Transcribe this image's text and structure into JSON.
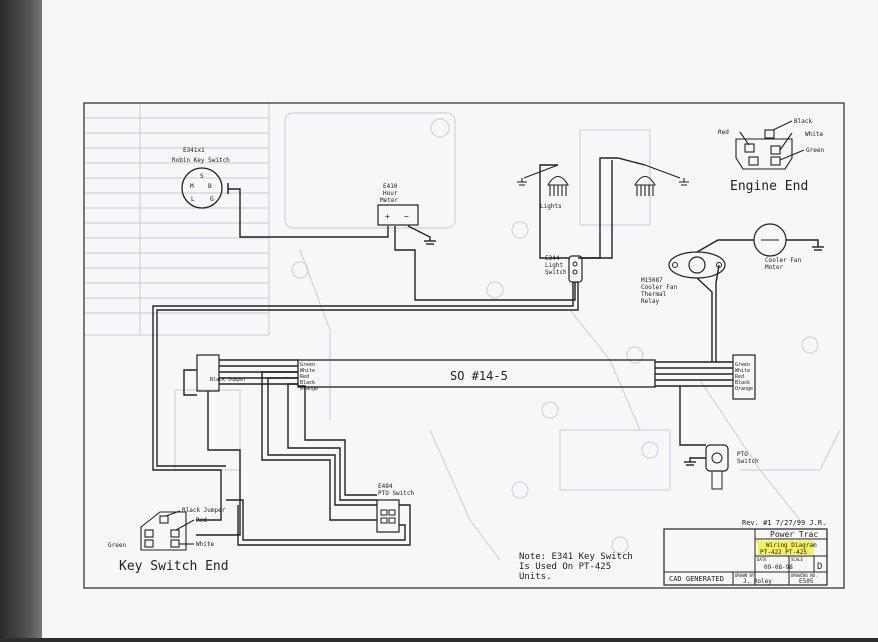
{
  "components": {
    "key_switch": {
      "part": "E341x1",
      "name": "Robin Key Switch",
      "terminals": [
        "S",
        "M",
        "B",
        "L",
        "G"
      ]
    },
    "hour_meter": {
      "part": "E410",
      "name_line1": "Hour",
      "name_line2": "Meter",
      "plus": "+",
      "minus": "−"
    },
    "lights": {
      "label": "Lights"
    },
    "light_switch": {
      "part": "E344",
      "line1": "Light",
      "line2": "Switch"
    },
    "relay": {
      "part": "M15087",
      "line1": "Cooler Fan",
      "line2": "Thermal",
      "line3": "Relay"
    },
    "fan_motor": {
      "line1": "Cooler Fan",
      "line2": "Motor"
    },
    "engine_end": {
      "title": "Engine End",
      "red": "Red",
      "black": "Black",
      "white": "White",
      "green": "Green"
    },
    "connector": {
      "label": "SO  #14-5",
      "left_wires": [
        "Green",
        "White",
        "Red",
        "Black",
        "Orange"
      ],
      "right_wires": [
        "Green",
        "White",
        "Red",
        "Black",
        "Orange"
      ],
      "black_jumper_left": "Black Jumper"
    },
    "pto_switch_a": {
      "part": "E484",
      "name": "PTO Switch"
    },
    "pto_switch_b": {
      "line1": "PTO",
      "line2": "Switch"
    },
    "key_switch_end": {
      "title": "Key Switch End",
      "black_jumper": "Black Jumper",
      "red": "Red",
      "green": "Green",
      "white": "White"
    }
  },
  "note": {
    "line1": "Note: E341 Key Switch",
    "line2": "Is Used On PT-425",
    "line3": "Units."
  },
  "title_block": {
    "revision": "Rev. #1 7/27/99 J.R.",
    "company": "Power Trac",
    "title_tag": "TITLE",
    "title_line1": "Wiring Diagram",
    "title_line2": "PT-422 PT-425",
    "date_tag": "DATE",
    "date": "09-08-98",
    "scale_tag": "SCALE",
    "size": "D",
    "cad": "CAD GENERATED",
    "drawn_tag": "DRAWN BY",
    "drawn_by": "J. Roley",
    "drawing_tag": "DRAWING NO.",
    "drawing_no": "E505"
  },
  "colors": {
    "highlight": "#f4f25a",
    "line": "#2a2a2a",
    "faint": "#c9cfe0"
  }
}
